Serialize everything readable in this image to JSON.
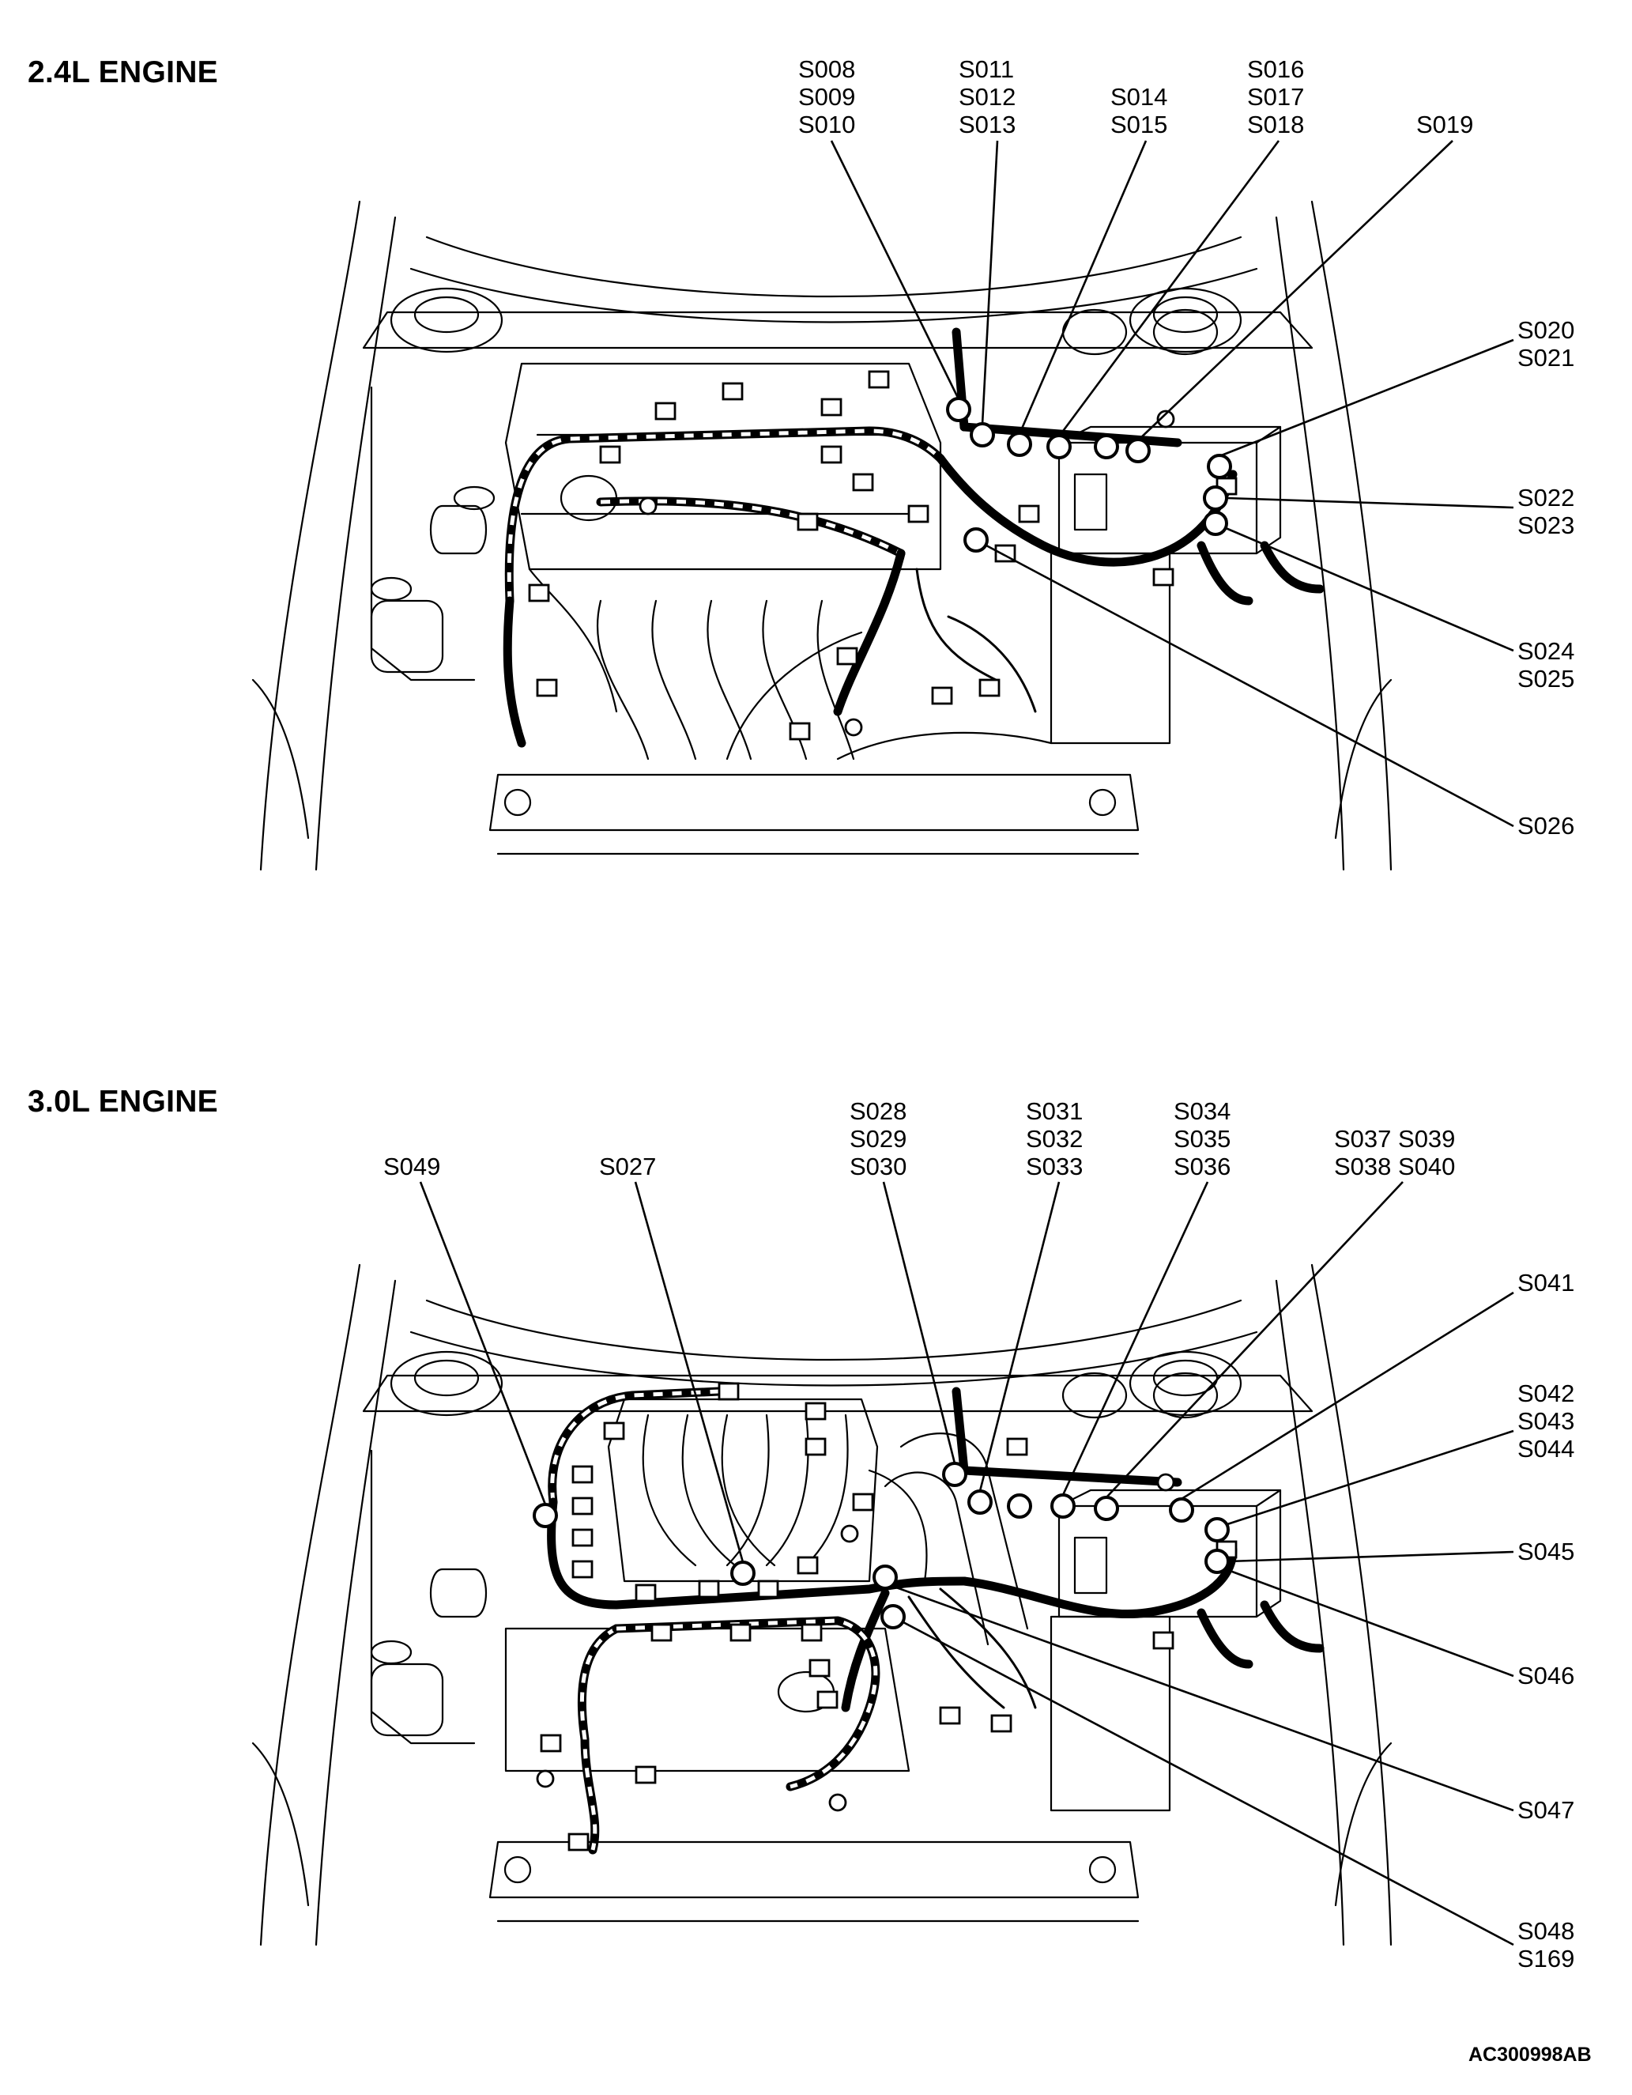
{
  "panels": [
    {
      "title": "2.4L ENGINE",
      "callouts": [
        {
          "id": "s008-s010",
          "text": "S008\nS009\nS010"
        },
        {
          "id": "s011-s013",
          "text": "S011\nS012\nS013"
        },
        {
          "id": "s014-s015",
          "text": "S014\nS015"
        },
        {
          "id": "s016-s018",
          "text": "S016\nS017\nS018"
        },
        {
          "id": "s019",
          "text": "S019"
        },
        {
          "id": "s020-s021",
          "text": "S020\nS021"
        },
        {
          "id": "s022-s023",
          "text": "S022\nS023"
        },
        {
          "id": "s024-s025",
          "text": "S024\nS025"
        },
        {
          "id": "s026",
          "text": "S026"
        }
      ]
    },
    {
      "title": "3.0L ENGINE",
      "callouts": [
        {
          "id": "s049",
          "text": "S049"
        },
        {
          "id": "s027",
          "text": "S027"
        },
        {
          "id": "s028-s030",
          "text": "S028\nS029\nS030"
        },
        {
          "id": "s031-s033",
          "text": "S031\nS032\nS033"
        },
        {
          "id": "s034-s036",
          "text": "S034\nS035\nS036"
        },
        {
          "id": "s037-s040",
          "text": "S037 S039\nS038 S040"
        },
        {
          "id": "s041",
          "text": "S041"
        },
        {
          "id": "s042-s044",
          "text": "S042\nS043\nS044"
        },
        {
          "id": "s045",
          "text": "S045"
        },
        {
          "id": "s046",
          "text": "S046"
        },
        {
          "id": "s047",
          "text": "S047"
        },
        {
          "id": "s048-s169",
          "text": "S048\nS169"
        }
      ]
    }
  ],
  "figure_code": "AC300998AB"
}
